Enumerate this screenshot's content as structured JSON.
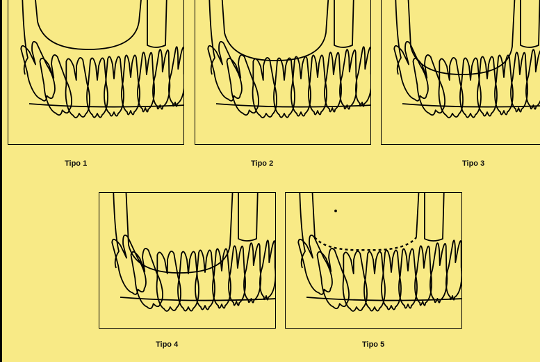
{
  "figure": {
    "background": "#f8ea86",
    "line_color": "#000000",
    "panels": [
      {
        "caption": "Tipo 1",
        "sinus_boundary": "above-roots"
      },
      {
        "caption": "Tipo 2",
        "sinus_boundary": "touching-roots"
      },
      {
        "caption": "Tipo 3",
        "sinus_boundary": "between-roots"
      },
      {
        "caption": "Tipo 4",
        "sinus_boundary": "below-root-apices"
      },
      {
        "caption": "Tipo 5",
        "sinus_boundary": "dashed"
      }
    ]
  }
}
